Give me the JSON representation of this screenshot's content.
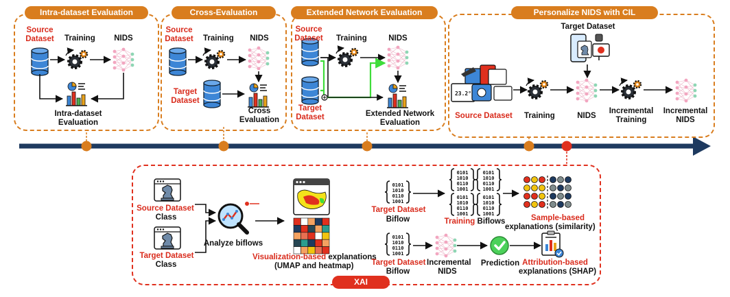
{
  "panels": {
    "intra": {
      "title": "Intra-dataset Evaluation",
      "source_dataset": "Source Dataset",
      "training": "Training",
      "nids": "NIDS",
      "evaluation": "Intra-dataset Evaluation"
    },
    "cross": {
      "title": "Cross-Evaluation",
      "source_dataset": "Source Dataset",
      "training": "Training",
      "nids": "NIDS",
      "target_dataset": "Target Dataset",
      "evaluation": "Cross Evaluation"
    },
    "extended": {
      "title": "Extended Network Evaluation",
      "source_dataset": "Source Dataset",
      "training": "Training",
      "nids": "NIDS",
      "target_dataset": "Target Dataset",
      "evaluation": "Extended Network Evaluation"
    },
    "personalize": {
      "title": "Personalize NIDS with CIL",
      "target_dataset": "Target Dataset",
      "source_dataset": "Source Dataset",
      "training": "Training",
      "nids": "NIDS",
      "incremental_training": "Incremental Training",
      "incremental_nids": "Incremental NIDS"
    }
  },
  "xai": {
    "title": "XAI",
    "source_dataset": "Source Dataset",
    "source_class": "Class",
    "target_dataset": "Target Dataset",
    "target_class": "Class",
    "analyze": "Analyze biflows",
    "visualization_red": "Visualization-based",
    "visualization_rest": " explanations",
    "visualization_sub": "(UMAP and heatmap)",
    "top_target_dataset": "Target Dataset",
    "top_biflow": "Biflow",
    "training_red": "Training",
    "training_rest": " Biflows",
    "sample_red": "Sample-based",
    "sample_sub": "explanations (similarity)",
    "bottom_target_dataset": "Target Dataset",
    "bottom_biflow": "Biflow",
    "incremental_nids": "Incremental NIDS",
    "prediction": "Prediction",
    "attribution_red": "Attribution-based",
    "attribution_sub": "explanations (SHAP)"
  },
  "colors": {
    "orange": "#d97d1e",
    "red": "#e0301e",
    "timeline": "#1e3a5f",
    "db_blue": "#3d86d6",
    "green_arrow": "#3fdc3a"
  },
  "icons": [
    "database-icon",
    "gear-icon",
    "neural-network-icon",
    "evaluation-chart-icon",
    "chess-knight-icon",
    "magnifier-icon",
    "umap-icon",
    "heatmap-icon",
    "binary-icon",
    "check-icon",
    "shap-report-icon",
    "iot-devices-icon"
  ]
}
